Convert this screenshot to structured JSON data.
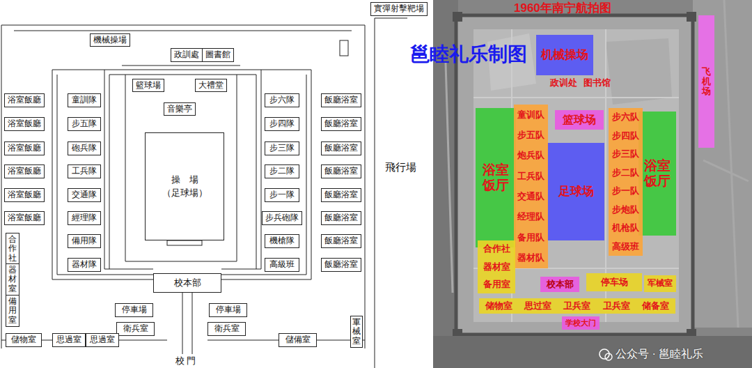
{
  "diagram": {
    "title": "1960年南宁航拍图",
    "nodes": [
      {
        "text": [
          "實彈射擊靶場"
        ]
      },
      {
        "text": [
          "機械操場"
        ]
      },
      {
        "text": [
          "政訓處"
        ]
      },
      {
        "text": [
          "圖書館"
        ]
      },
      {
        "text": [
          "籃球場"
        ]
      },
      {
        "text": [
          "大禮堂"
        ]
      },
      {
        "text": [
          "音樂亭"
        ]
      },
      {
        "text": [
          "操　場",
          "（足球場）"
        ]
      },
      {
        "text": [
          "浴室飯廳"
        ]
      },
      {
        "text": [
          "浴室飯廳"
        ]
      },
      {
        "text": [
          "浴室飯廳"
        ]
      },
      {
        "text": [
          "浴室飯廳"
        ]
      },
      {
        "text": [
          "浴室飯廳"
        ]
      },
      {
        "text": [
          "浴室飯廳"
        ]
      },
      {
        "text": [
          "合作社"
        ]
      },
      {
        "text": [
          "器材室"
        ]
      },
      {
        "text": [
          "備用室"
        ]
      },
      {
        "text": [
          "童訓隊"
        ]
      },
      {
        "text": [
          "步五隊"
        ]
      },
      {
        "text": [
          "砲兵隊"
        ]
      },
      {
        "text": [
          "工兵隊"
        ]
      },
      {
        "text": [
          "交通隊"
        ]
      },
      {
        "text": [
          "經理隊"
        ]
      },
      {
        "text": [
          "備用隊"
        ]
      },
      {
        "text": [
          "器材隊"
        ]
      },
      {
        "text": [
          "步六隊"
        ]
      },
      {
        "text": [
          "步四隊"
        ]
      },
      {
        "text": [
          "步三隊"
        ]
      },
      {
        "text": [
          "步二隊"
        ]
      },
      {
        "text": [
          "步一隊"
        ]
      },
      {
        "text": [
          "步兵砲隊"
        ]
      },
      {
        "text": [
          "機槍隊"
        ]
      },
      {
        "text": [
          "高級班"
        ]
      },
      {
        "text": [
          "飯廳浴室"
        ]
      },
      {
        "text": [
          "飯廳浴室"
        ]
      },
      {
        "text": [
          "飯廳浴室"
        ]
      },
      {
        "text": [
          "飯廳浴室"
        ]
      },
      {
        "text": [
          "飯廳浴室"
        ]
      },
      {
        "text": [
          "飯廳浴室"
        ]
      },
      {
        "text": [
          "飯廳浴室"
        ]
      },
      {
        "text": [
          "飯廳浴室"
        ]
      },
      {
        "text": [
          "校本部"
        ]
      },
      {
        "text": [
          "停車場"
        ]
      },
      {
        "text": [
          "停車場"
        ]
      },
      {
        "text": [
          "衛兵室"
        ]
      },
      {
        "text": [
          "衛兵室"
        ]
      },
      {
        "text": [
          "儲物室"
        ]
      },
      {
        "text": [
          "思過室"
        ]
      },
      {
        "text": [
          "思過室"
        ]
      },
      {
        "text": [
          "儲備室"
        ]
      },
      {
        "text": [
          "軍械室"
        ]
      },
      {
        "text": [
          "机械操场"
        ]
      },
      {
        "text": [
          "篮球场"
        ]
      },
      {
        "text": [
          "足球场"
        ]
      },
      {
        "text": [
          "浴室 饭厅"
        ]
      },
      {
        "text": [
          "浴室 饭厅"
        ]
      },
      {
        "text": [
          "童训队",
          "步五队",
          "炮兵队",
          "工兵队",
          "交通队",
          "经理队",
          "备用队",
          "器材队"
        ]
      },
      {
        "text": [
          "步六队",
          "步四队",
          "步三队",
          "步二队",
          "步一队",
          "步炮队",
          "机枪队",
          "高级班"
        ]
      },
      {
        "text": [
          "合作社",
          "器材室",
          "备用室"
        ]
      },
      {
        "text": [
          "校本部"
        ]
      },
      {
        "text": [
          "停车场"
        ]
      },
      {
        "text": [
          "军械室"
        ]
      },
      {
        "text": [
          "储物室",
          "思过室",
          "卫兵室",
          "卫兵室",
          "储备室"
        ]
      },
      {
        "text": [
          "学校大门"
        ]
      },
      {
        "text": [
          "飞机场"
        ]
      }
    ],
    "labels": [
      "校門",
      "飛行場",
      "邕睦礼乐制图",
      "政训处",
      "图书馆",
      "公众号 · 邕睦礼乐"
    ]
  }
}
